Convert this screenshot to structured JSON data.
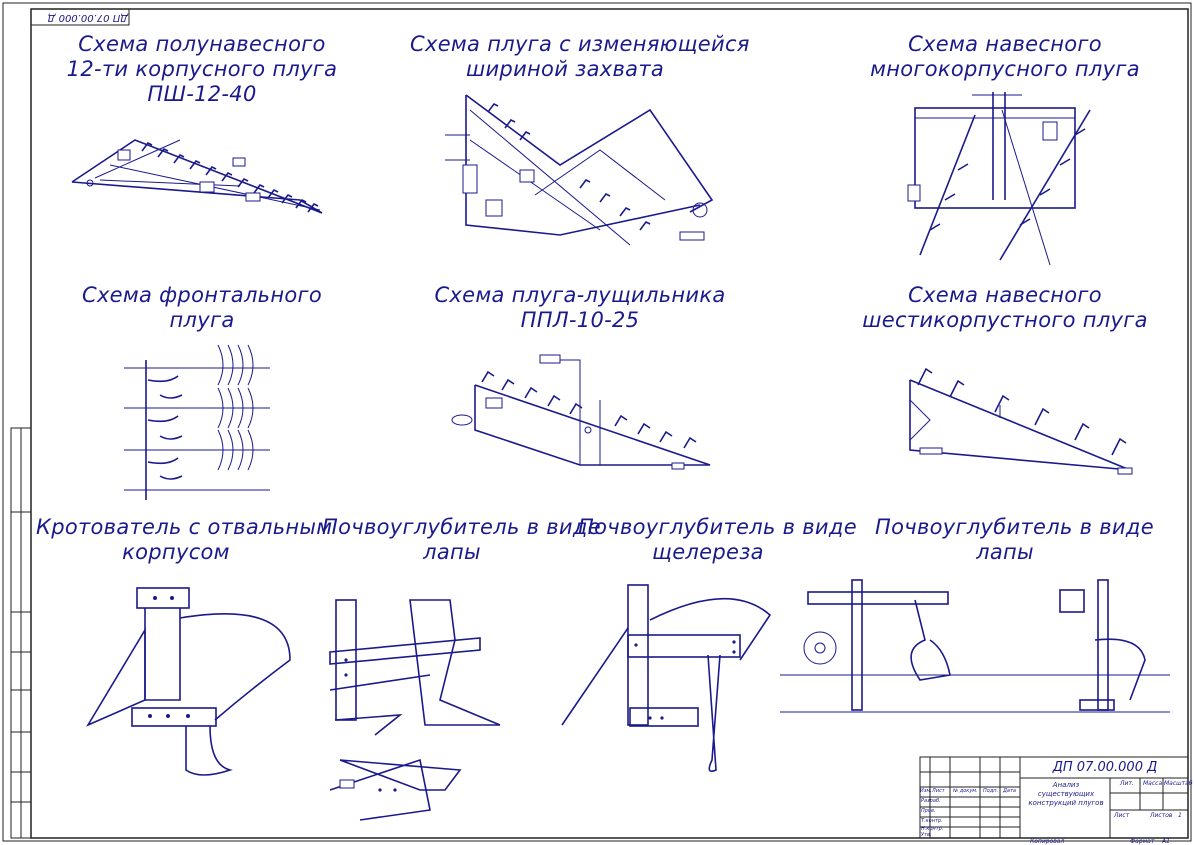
{
  "corner_code": "ДП 07.00.000 Д",
  "captions": {
    "c1": [
      "Схема полунавесного",
      "12-ти корпусного плуга",
      "ПШ-12-40"
    ],
    "c2": [
      "Схема плуга с изменяющейся",
      "шириной захвата"
    ],
    "c3": [
      "Схема навесного",
      "многокорпусного плуга"
    ],
    "c4": [
      "Схема фронтального",
      "плуга"
    ],
    "c5": [
      "Схема плуга-лущильника",
      "ППЛ-10-25"
    ],
    "c6": [
      "Схема навесного",
      "шестикорпустного плуга"
    ],
    "c7": [
      "Кротователь с отвальным",
      "корпусом"
    ],
    "c8": [
      "Почвоуглубитель в виде",
      "лапы"
    ],
    "c9": [
      "Почвоуглубитель в виде",
      "щелереза"
    ],
    "c10": [
      "Почвоуглубитель в виде",
      "лапы"
    ]
  },
  "title_block": {
    "designation": "ДП 07.00.000 Д",
    "doc_title": "Анализ существующих конструкций плугов",
    "row_labels": [
      "Разраб.",
      "Пров.",
      "Т.контр.",
      "Н.контр.",
      "Утв."
    ],
    "col_labels": [
      "Изм.",
      "Лист",
      "№ докум.",
      "Подп.",
      "Дата"
    ],
    "lit_label": "Лит.",
    "mass_label": "Масса",
    "scale_label": "Масштаб",
    "sheet_label": "Лист",
    "sheets_label": "Листов",
    "sheets_count": "1",
    "copied": "Копировал",
    "format": "Формат",
    "format_value": "А1"
  }
}
